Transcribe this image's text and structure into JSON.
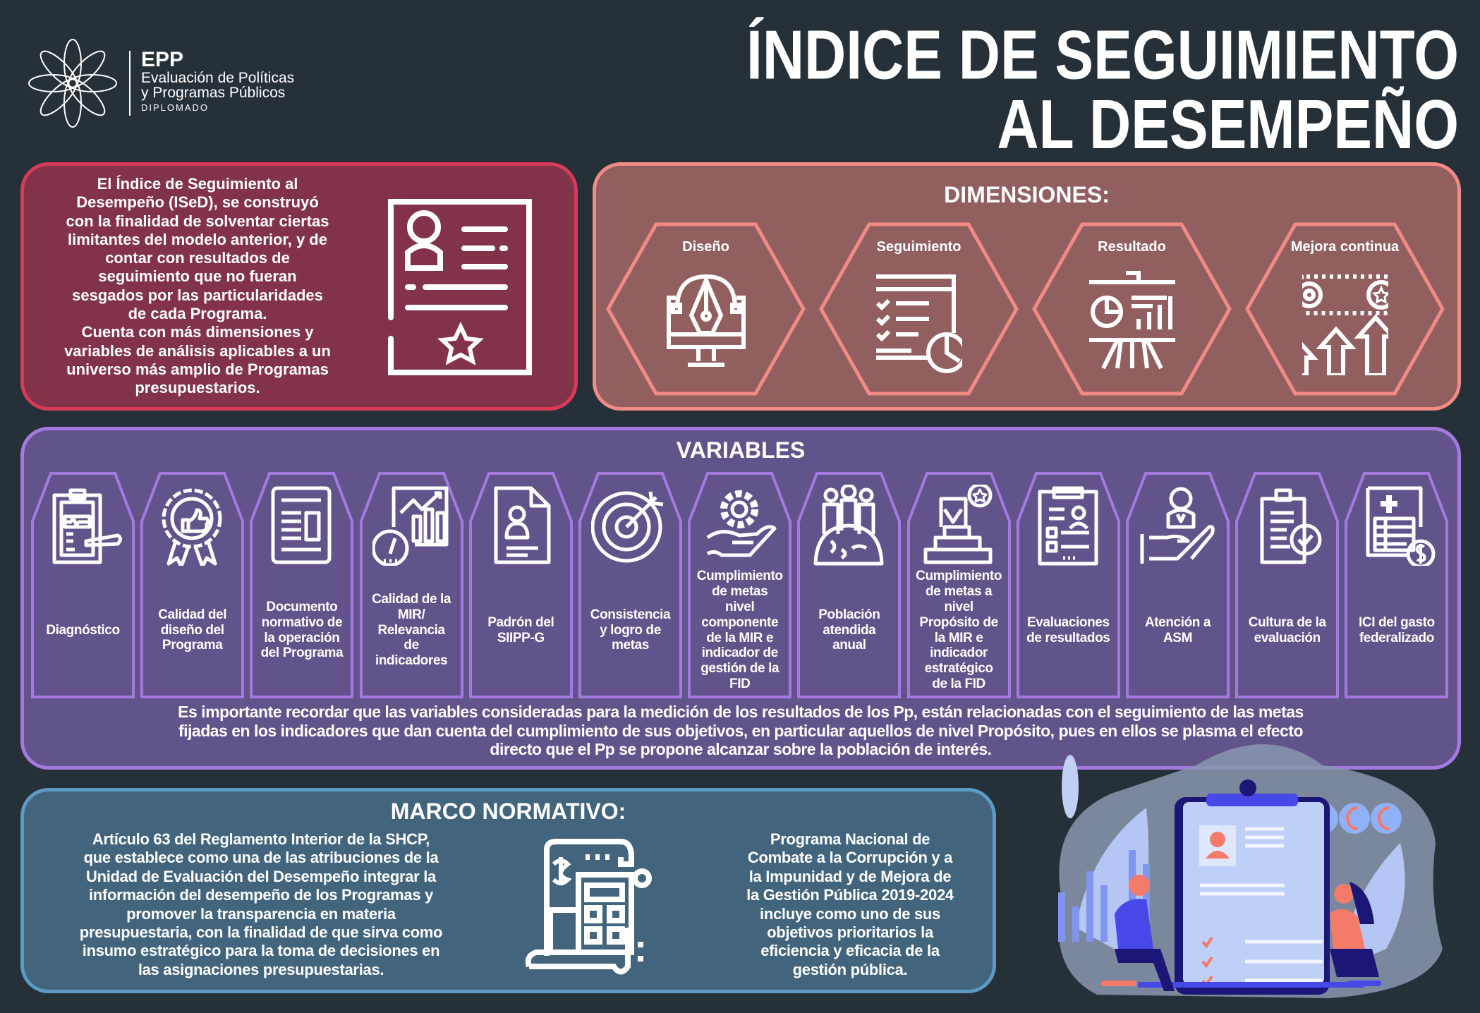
{
  "logo": {
    "brand": "EPP",
    "line1": "Evaluación de Políticas",
    "line2": "y Programas Públicos",
    "line3": "DIPLOMADO"
  },
  "title": {
    "line1": "ÍNDICE DE SEGUIMIENTO",
    "line2": "AL DESEMPEÑO"
  },
  "intro": {
    "text": "El Índice de Seguimiento al\nDesempeño (ISeD), se construyó\ncon la finalidad de solventar ciertas\nlimitantes del modelo anterior, y de\ncontar con resultados de\nseguimiento que no fueran\nsesgados por las particularidades\nde cada Programa.\nCuenta con más dimensiones y\nvariables de análisis aplicables a un\nuniverso más amplio de Programas\npresupuestarios."
  },
  "dimensions": {
    "title": "DIMENSIONES:",
    "items": [
      {
        "label": "Diseño",
        "icon": "pen-monitor-icon"
      },
      {
        "label": "Seguimiento",
        "icon": "checklist-timer-icon"
      },
      {
        "label": "Resultado",
        "icon": "presentation-chart-icon"
      },
      {
        "label": "Mejora continua",
        "icon": "gear-arrows-up-icon"
      }
    ]
  },
  "variables": {
    "title": "VARIABLES",
    "items": [
      {
        "label": "Diagnóstico",
        "icon": "clipboard-diagnosis-icon"
      },
      {
        "label": "Calidad del\ndiseño del\nPrograma",
        "icon": "award-thumbs-up-icon"
      },
      {
        "label": "Documento\nnormativo de\nla operación\ndel Programa",
        "icon": "document-icon"
      },
      {
        "label": "Calidad de la\nMIR/\nRelevancia\nde\nindicadores",
        "icon": "chart-gauge-icon"
      },
      {
        "label": "Padrón del\nSIIPP-G",
        "icon": "user-file-icon"
      },
      {
        "label": "Consistencia\ny logro de\nmetas",
        "icon": "target-icon"
      },
      {
        "label": "Cumplimiento\nde metas\nnivel\ncomponente\nde la MIR e\nindicador de\ngestión de la\nFID",
        "icon": "gear-hand-icon"
      },
      {
        "label": "Población\natendida\nanual",
        "icon": "people-globe-icon"
      },
      {
        "label": "Cumplimiento\nde metas a\nnivel\nPropósito de\nla MIR e\nindicador\nestratégico\nde la FID",
        "icon": "podium-star-icon"
      },
      {
        "label": "Evaluaciones\nde resultados",
        "icon": "clipboard-checklist-icon"
      },
      {
        "label": "Atención a\nASM",
        "icon": "hand-user-icon"
      },
      {
        "label": "Cultura de la\nevaluación",
        "icon": "clipboard-check-icon"
      },
      {
        "label": "ICI del gasto\nfederalizado",
        "icon": "spreadsheet-dollar-icon"
      }
    ],
    "note": "Es importante recordar que las variables consideradas para la medición de los resultados de los Pp, están relacionadas con el seguimiento de las metas\nfijadas en los indicadores que dan cuenta del cumplimiento de sus objetivos, en particular aquellos de nivel Propósito, pues en ellos se plasma el efecto\ndirecto que el Pp se propone alcanzar sobre la población de interés."
  },
  "marco": {
    "title": "MARCO NORMATIVO:",
    "left": "Artículo 63 del Reglamento Interior de la SHCP,\nque establece como una de las atribuciones de la\nUnidad de Evaluación del Desempeño integrar la\ninformación del desempeño de los Programas y\npromover la transparencia en materia\npresupuestaria, con la finalidad de que sirva como\ninsumo estratégico para la toma de decisiones en\nlas asignaciones presupuestarias.",
    "right": "Programa Nacional de\nCombate a la Corrupción y a\nla Impunidad y de Mejora de\nla Gestión Pública 2019-2024\nincluye como uno de sus\nobjetivos prioritarios la\neficiencia y eficacia de la\ngestión pública."
  },
  "colors": {
    "background": "#263038",
    "intro": "#823349",
    "intro_border": "#d83a58",
    "dims": "#925f60",
    "dims_border": "#f28b85",
    "vars": "#62538a",
    "vars_border": "#a47ae0",
    "marco": "#42657d",
    "marco_border": "#5b9bc4"
  }
}
